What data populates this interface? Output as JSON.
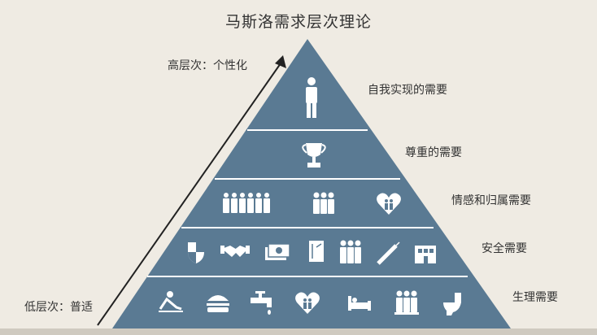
{
  "title": "马斯洛需求层次理论",
  "axis": {
    "high_label": "高层次：个性化",
    "low_label": "低层次：普适"
  },
  "levels": [
    {
      "label": "自我实现的需要",
      "icons": [
        "person-icon"
      ]
    },
    {
      "label": "尊重的需要",
      "icons": [
        "trophy-icon"
      ]
    },
    {
      "label": "情感和归属需要",
      "icons": [
        "group-people-icon",
        "family-icon",
        "heart-couple-icon"
      ]
    },
    {
      "label": "安全需要",
      "icons": [
        "shield-icon",
        "handshake-icon",
        "money-icon",
        "document-icon",
        "group-icon",
        "syringe-icon",
        "house-icon"
      ]
    },
    {
      "label": "生理需要",
      "icons": [
        "sleeping-person-icon",
        "burger-icon",
        "faucet-icon",
        "heart-couple-icon",
        "bed-icon",
        "toilet-group-icon",
        "toilet-icon"
      ]
    }
  ],
  "colors": {
    "background": "#efebe3",
    "pyramid": "#5a7a93",
    "divider": "#ffffff",
    "icon": "#ffffff"
  }
}
